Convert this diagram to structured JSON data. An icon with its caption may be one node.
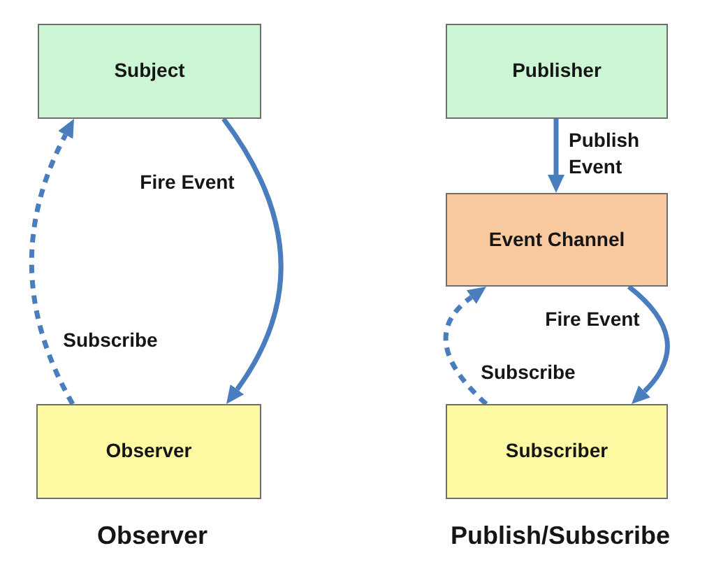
{
  "diagram": {
    "nodes": [
      {
        "text": [
          "Subject"
        ]
      },
      {
        "text": [
          "Observer"
        ]
      },
      {
        "text": [
          "Publisher"
        ]
      },
      {
        "text": [
          "Event Channel"
        ]
      },
      {
        "text": [
          "Subscriber"
        ]
      }
    ],
    "edges": [
      {
        "from": 0,
        "to": 1,
        "arrow": "to",
        "label": "Fire Event"
      },
      {
        "from": 1,
        "to": 0,
        "arrow": "to",
        "label": "Subscribe",
        "style": "dashed"
      },
      {
        "from": 2,
        "to": 3,
        "arrow": "to",
        "label": "Publish Event"
      },
      {
        "from": 3,
        "to": 4,
        "arrow": "to",
        "label": "Fire Event"
      },
      {
        "from": 4,
        "to": 3,
        "arrow": "to",
        "label": "Subscribe",
        "style": "dashed"
      }
    ],
    "labels": [
      "Observer",
      "Publish/Subscribe"
    ]
  }
}
